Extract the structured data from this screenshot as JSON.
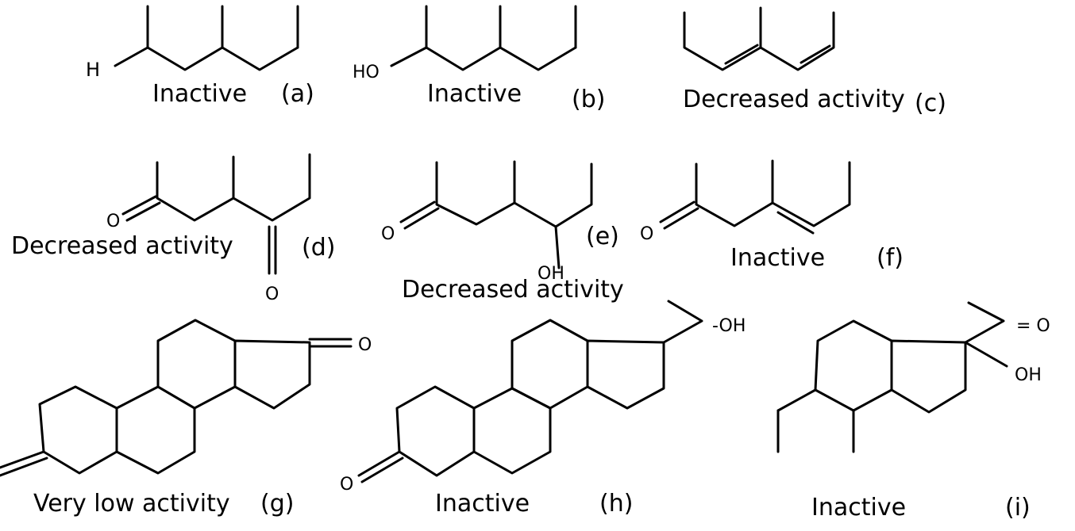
{
  "structures": [
    {
      "id": "a",
      "caption": "Inactive",
      "tag": "(a)",
      "atoms": [
        "H"
      ]
    },
    {
      "id": "b",
      "caption": "Inactive",
      "tag": "(b)",
      "atoms": [
        "HO"
      ]
    },
    {
      "id": "c",
      "caption": "Decreased activity",
      "tag": "(c)",
      "atoms": []
    },
    {
      "id": "d",
      "caption": "Decreased activity",
      "tag": "(d)",
      "atoms": [
        "O",
        "O"
      ]
    },
    {
      "id": "e",
      "caption": "Decreased activity",
      "tag": "(e)",
      "atoms": [
        "O",
        "OH"
      ]
    },
    {
      "id": "f",
      "caption": "Inactive",
      "tag": "(f)",
      "atoms": [
        "O"
      ]
    },
    {
      "id": "g",
      "caption": "Very low activity",
      "tag": "(g)",
      "atoms": [
        "O"
      ]
    },
    {
      "id": "h",
      "caption": "Inactive",
      "tag": "(h)",
      "atoms": [
        "-OH",
        "O"
      ]
    },
    {
      "id": "i",
      "caption": "Inactive",
      "tag": "(i)",
      "atoms": [
        "= O",
        "OH"
      ]
    }
  ]
}
